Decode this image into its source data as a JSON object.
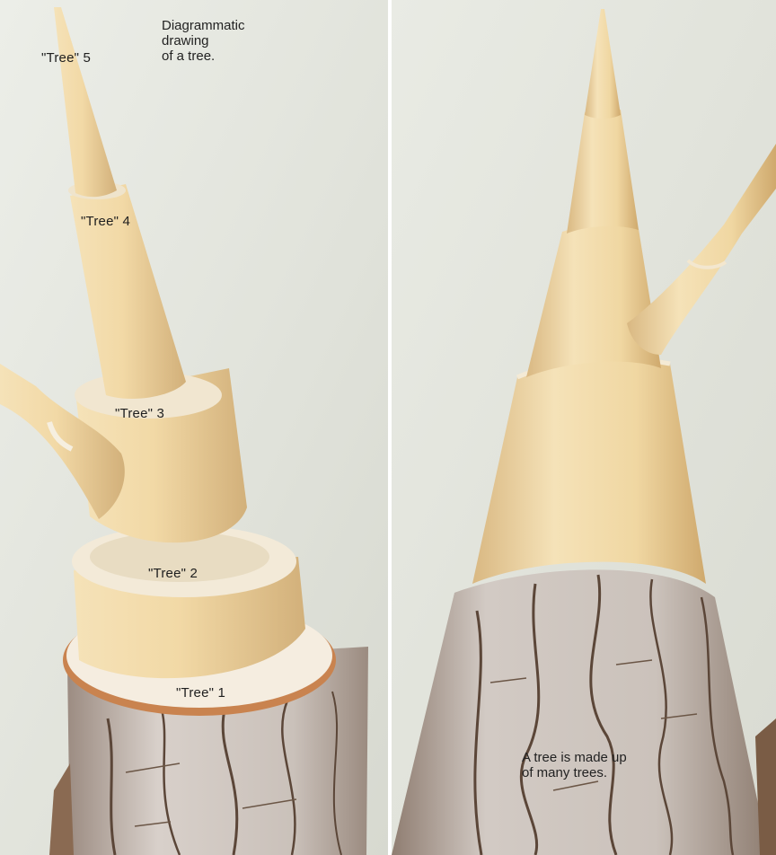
{
  "left_panel": {
    "caption_lines": [
      "Diagrammatic",
      "drawing",
      "of a tree."
    ],
    "labels": {
      "tree1": "\"Tree\" 1",
      "tree2": "\"Tree\" 2",
      "tree3": "\"Tree\" 3",
      "tree4": "\"Tree\" 4",
      "tree5": "\"Tree\" 5"
    }
  },
  "right_panel": {
    "caption_lines": [
      "A tree is made up",
      "of many trees."
    ]
  },
  "colors": {
    "sky": "#e4e6df",
    "wood": "#efd6a4",
    "wood_shadow": "#d6b57c",
    "wood_light": "#f7e6c2",
    "ring_face": "#f6efe0",
    "bark": "#cfc7c1",
    "bark_crack": "#5b4638",
    "bark_edge": "#b77a4d"
  }
}
